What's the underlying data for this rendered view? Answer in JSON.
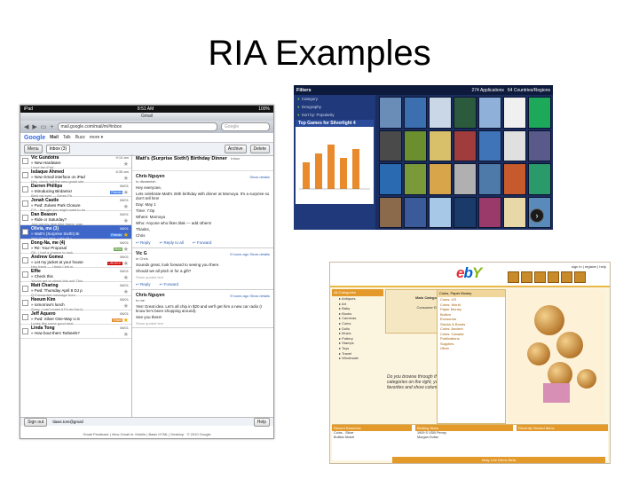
{
  "slide": {
    "title": "RIA Examples"
  },
  "gmail": {
    "status_time": "8:51 AM",
    "battery": "100%",
    "window_title": "Gmail",
    "url": "mail.google.com/mail/m/#inbox",
    "search_placeholder": "Google",
    "nav": [
      "Mail",
      "Talk",
      "Buzz",
      "more ▾"
    ],
    "logo": "Google",
    "toolbar": {
      "menu": "Menu",
      "inbox": "Inbox (3)",
      "archive": "Archive",
      "delete": "Delete"
    },
    "messages": [
      {
        "from": "Vic Gundotra",
        "subject": "» New Hardware",
        "snippet": "I love the iPad",
        "time": "9:14 am",
        "star": false
      },
      {
        "from": "Isdaque Ahmed",
        "subject": "» Now Gmail interface on iPad",
        "snippet": "Hey, check out the new gmail site",
        "time": "8:35 am",
        "star": false
      },
      {
        "from": "Darren Phillips",
        "subject": "» Introducing Birdamix!",
        "snippet": "Best vid ever — Derek Ph",
        "time": "08/01",
        "star": false,
        "tag": "Friends"
      },
      {
        "from": "Jonah Castle",
        "subject": "» Fwd: Zuloes Park Closure",
        "snippet": "FYI - thought you might want to kn",
        "time": "08/01",
        "star": false
      },
      {
        "from": "Dan Beason",
        "subject": "» Ride or Saturday?",
        "snippet": "Just got my new bike frame, wan",
        "time": "08/01",
        "star": false
      },
      {
        "from": "Olivia, me (3)",
        "subject": "» Matt's (Surprise Sixth!) Bi",
        "snippet": "Yes! Great idea. Let's all c",
        "time": "08/01",
        "star": true,
        "selected": true,
        "tag": "Friends"
      },
      {
        "from": "Dong-Na, me (4)",
        "subject": "» Re: Your Proposal",
        "snippet": "OK, I had a chance to look",
        "time": "08/01",
        "star": false,
        "tag": "Work"
      },
      {
        "from": "Andrew Gomez",
        "subject": "» Let my jacket at your house",
        "snippet": "Hey there — I think I left m",
        "time": "08/01",
        "star": false,
        "tag": "URGENT"
      },
      {
        "from": "Effie",
        "subject": "» Check this",
        "snippet": "You've got to check this out! This",
        "time": "08/01",
        "star": false
      },
      {
        "from": "Matt Charing",
        "subject": "» Fwd: Thursday April 8 DJ p",
        "snippet": "Q Forwarded message from",
        "time": "08/01",
        "star": false
      },
      {
        "from": "Heeum Kim",
        "subject": "» Iomorrow's lunch",
        "snippet": "Sorry, I can't make it Fri as Dan's",
        "time": "08/01",
        "star": false
      },
      {
        "from": "Jeff Aquero",
        "subject": "» Fwd: Silver One-Way U.S",
        "snippet": "Looks like some good deal",
        "time": "08/01",
        "star": true,
        "tag": "Travel"
      },
      {
        "from": "Linda Tong",
        "subject": "» How bout them Tarbeels?",
        "snippet": "",
        "time": "08/01",
        "star": false
      }
    ],
    "conversation": {
      "title": "Matt's (Surprise Sixth!) Birthday Dinner",
      "label": "Inbox",
      "messages": [
        {
          "sender": "Chris Nguyen",
          "to": "to dtwatmish",
          "details": "Show details",
          "lines": [
            "Hey everyone,",
            "Lets celebrate Matt's 26th birthday with dinner at Momoya. It's a surprise so don't tell him!",
            "Day: May 1",
            "Time: 7:0p",
            "Where: Momoya",
            "Who: Anyone who likes tilak — add others!",
            "Thanks,",
            "Chris"
          ],
          "actions": [
            "Reply",
            "Reply to all",
            "Forward"
          ]
        },
        {
          "sender": "Vic G",
          "to": "to Chris",
          "details": "Show details",
          "time": "9 hours ago",
          "lines": [
            "Sounds great, look forward to seeing you there.",
            "Should we all pitch in for a gift?"
          ],
          "quoted": "Show quoted text",
          "actions": [
            "Reply",
            "Forward"
          ]
        },
        {
          "sender": "Chris Nguyen",
          "to": "to me",
          "details": "Show details",
          "time": "9 hours ago",
          "lines": [
            "Yes! Great idea. Let's all chip in $20 and we'll get him a new car radio (I know he's been shopping around).",
            "See you there!"
          ],
          "quoted": "Show quoted text",
          "actions": []
        }
      ]
    },
    "bottom": {
      "signout": "Sign out",
      "user": "tlaws.tom@gmail",
      "help": "Help"
    },
    "footer": "Gmail Feedback | View Gmail in: Mobile | Basic HTML | Desktop · © 2010 Google"
  },
  "silverlight": {
    "filter_label": "Filters",
    "app_count": "274 Applications",
    "top_right": "64 Countries/Regions",
    "card_title": "Top Games for Silverlight 4",
    "filters": [
      "Category",
      "Geography",
      "Sort by: Popularity"
    ],
    "tiles": [
      "#6a8db8",
      "#3b6fb0",
      "#c9d7e6",
      "#2c5a3c",
      "#8fb0d8",
      "#f0f0f0",
      "#1da85a",
      "#4a4a4a",
      "#6b8e2e",
      "#d8c06a",
      "#a03c3c",
      "#3f74b8",
      "#e0e0e0",
      "#5a5a8a",
      "#2a6ab0",
      "#7a9a3a",
      "#d9a54a",
      "#b0b0b0",
      "#4d7aa8",
      "#c75a2c",
      "#2a9a6a",
      "#8a6a4a",
      "#3a5a9a",
      "#a8c8e8",
      "#1a3a6a",
      "#9a3a6a",
      "#e8d8a8",
      "#5a8aba"
    ]
  },
  "ebay": {
    "logo": "ebY",
    "top_links": "sign in | register | help",
    "categories_title": "All Categories",
    "categories": [
      "Antiques",
      "Art",
      "Baby",
      "Books",
      "Cameras",
      "Coins",
      "Dolls",
      "Music",
      "Pottery",
      "Stamps",
      "Toys",
      "Travel",
      "Wholesale"
    ],
    "mid_title": "Main Category Listing",
    "mid_item_a": "Consumer Electronics",
    "browse_text": "Do you browse through the categories on the right, your favorites and show columns",
    "list_head": "Coins, Paper Money",
    "list_items": [
      "Coins: US",
      "Coins: World",
      "Paper Money",
      "Bullion",
      "Exonumia",
      "Stocks & Bonds",
      "Coins: Ancient",
      "Coins: Canada",
      "Publications",
      "Supplies",
      "Other"
    ],
    "bottom_heads": [
      "Recent Searches",
      "Bidding Items",
      "Recently Viewed Items"
    ],
    "bottom_lines": [
      "Coins - Silver",
      "1909 S VDB Penny",
      "Morgan Dollar",
      "Buffalo Nickel"
    ],
    "footer_bar": "ebay Live Demo Beta"
  }
}
